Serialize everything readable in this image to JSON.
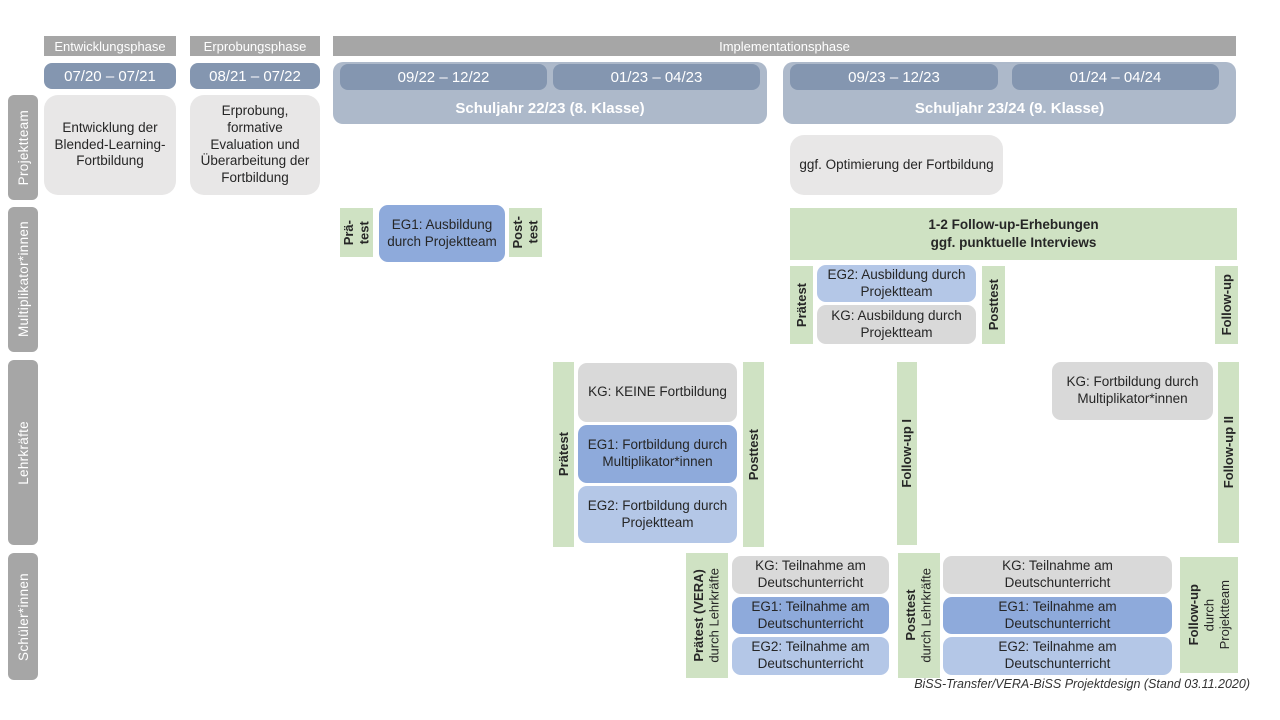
{
  "caption": "BiSS-Transfer/VERA-BiSS Projektdesign (Stand 03.11.2020)",
  "colors": {
    "header_gray": "#a6a6a6",
    "date_bar_blue": "#8496b0",
    "schoolyear_blue": "#adb9ca",
    "box_light_gray": "#e8e7e7",
    "box_kg_gray": "#d9d9d9",
    "box_eg1_blue": "#8eaadb",
    "box_eg2_blue": "#b4c7e7",
    "box_green": "#cfe2c3"
  },
  "phase_headers": {
    "entwicklung": "Entwicklungsphase",
    "erprobung": "Erprobungsphase",
    "implementation": "Implementationsphase"
  },
  "timeline": {
    "d1": "07/20 – 07/21",
    "d2": "08/21 – 07/22",
    "d3": "09/22 – 12/22",
    "d4": "01/23 – 04/23",
    "d5": "09/23 – 12/23",
    "d6": "01/24 – 04/24",
    "schuljahr1": "Schuljahr 22/23 (8. Klasse)",
    "schuljahr2": "Schuljahr 23/24 (9. Klasse)"
  },
  "rails": {
    "projektteam": "Projektteam",
    "multiplikator": "Multiplikator*innen",
    "lehrkraefte": "Lehrkräfte",
    "schueler": "Schüler*innen"
  },
  "rows": {
    "projektteam": {
      "entwicklung": "Entwicklung der Blended-Learning-Fortbildung",
      "erprobung": "Erprobung, formative Evaluation und Überarbeitung der Fortbildung",
      "optimierung": "ggf. Optimierung der Fortbildung"
    },
    "multiplikator": {
      "praetest1_lines": [
        "Prä-",
        "test"
      ],
      "eg1": "EG1: Ausbildung durch Projektteam",
      "posttest1_lines": [
        "Post-",
        "test"
      ],
      "followup_erhebungen_lines": [
        "1-2 Follow-up-Erhebungen",
        "ggf. punktuelle Interviews"
      ],
      "praetest2": "Prätest",
      "eg2": "EG2: Ausbildung durch Projektteam",
      "kg": "KG: Ausbildung durch Projektteam",
      "posttest2": "Posttest",
      "followup": "Follow-up"
    },
    "lehrkraefte": {
      "praetest": "Prätest",
      "kg_keine": "KG: KEINE Fortbildung",
      "eg1": "EG1: Fortbildung durch Multiplikator*innen",
      "eg2": "EG2: Fortbildung durch Projektteam",
      "posttest": "Posttest",
      "followup1": "Follow-up I",
      "kg_fortbildung": "KG: Fortbildung durch Multiplikator*innen",
      "followup2": "Follow-up II"
    },
    "schueler": {
      "praetest_lines": [
        "Prätest (VERA)",
        "durch Lehrkräfte"
      ],
      "kg_1": "KG: Teilnahme am Deutschunterricht",
      "eg1_1": "EG1: Teilnahme am Deutschunterricht",
      "eg2_1": "EG2: Teilnahme am Deutschunterricht",
      "posttest_lines": [
        "Posttest",
        "durch Lehrkräfte"
      ],
      "kg_2": "KG: Teilnahme am Deutschunterricht",
      "eg1_2": "EG1: Teilnahme am Deutschunterricht",
      "eg2_2": "EG2: Teilnahme am Deutschunterricht",
      "followup_lines": [
        "Follow-up",
        "durch",
        "Projektteam"
      ]
    }
  }
}
